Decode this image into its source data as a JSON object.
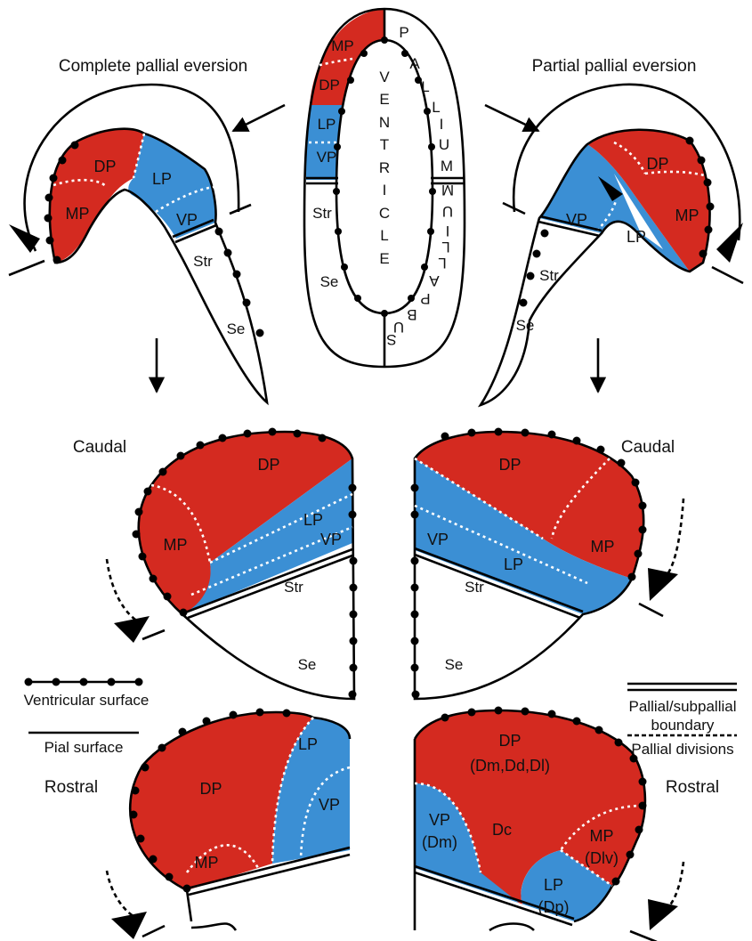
{
  "titles": {
    "complete": "Complete pallial eversion",
    "partial": "Partial pallial eversion",
    "caudal": "Caudal",
    "rostral": "Rostral"
  },
  "center": {
    "pallium_letters": [
      "P",
      "A",
      "L",
      "L",
      "I",
      "U",
      "M"
    ],
    "subpallium_letters": [
      "M",
      "U",
      "I",
      "L",
      "L",
      "A",
      "P",
      "B",
      "U",
      "S"
    ],
    "ventricle_letters": [
      "V",
      "E",
      "N",
      "T",
      "R",
      "I",
      "C",
      "L",
      "E"
    ],
    "labels": {
      "mp": "MP",
      "dp": "DP",
      "lp": "LP",
      "vp": "VP",
      "str": "Str",
      "se": "Se"
    }
  },
  "regions": {
    "mp": "MP",
    "dp": "DP",
    "lp": "LP",
    "vp": "VP",
    "str": "Str",
    "se": "Se",
    "dp_teleost": "(Dm,Dd,Dl)",
    "vp_teleost": "(Dm)",
    "dc": "Dc",
    "mp_teleost": "(Dlv)",
    "lp_teleost": "(Dp)"
  },
  "legend": {
    "ventricular": "Ventricular surface",
    "pial": "Pial surface",
    "boundary_line1": "Pallial/subpallial",
    "boundary_line2": "boundary",
    "divisions": "Pallial divisions"
  },
  "colors": {
    "red": "#d42a20",
    "blue": "#3b8fd4",
    "line": "#000000"
  }
}
